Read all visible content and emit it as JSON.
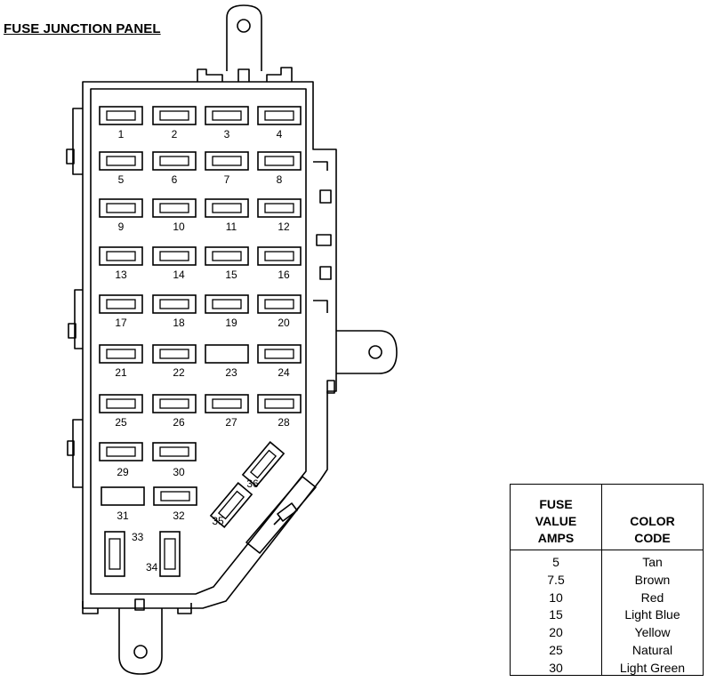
{
  "title": "FUSE JUNCTION PANEL",
  "fuses": [
    {
      "label": "1"
    },
    {
      "label": "2"
    },
    {
      "label": "3"
    },
    {
      "label": "4"
    },
    {
      "label": "5"
    },
    {
      "label": "6"
    },
    {
      "label": "7"
    },
    {
      "label": "8"
    },
    {
      "label": "9"
    },
    {
      "label": "10"
    },
    {
      "label": "11"
    },
    {
      "label": "12"
    },
    {
      "label": "13"
    },
    {
      "label": "14"
    },
    {
      "label": "15"
    },
    {
      "label": "16"
    },
    {
      "label": "17"
    },
    {
      "label": "18"
    },
    {
      "label": "19"
    },
    {
      "label": "20"
    },
    {
      "label": "21"
    },
    {
      "label": "22"
    },
    {
      "label": "23"
    },
    {
      "label": "24"
    },
    {
      "label": "25"
    },
    {
      "label": "26"
    },
    {
      "label": "27"
    },
    {
      "label": "28"
    },
    {
      "label": "29"
    },
    {
      "label": "30"
    },
    {
      "label": "31"
    },
    {
      "label": "32"
    },
    {
      "label": "33"
    },
    {
      "label": "34"
    },
    {
      "label": "35"
    },
    {
      "label": "36"
    }
  ],
  "legend": {
    "header_amps": "FUSE VALUE AMPS",
    "header_amps_lines": [
      "FUSE",
      "VALUE",
      "AMPS"
    ],
    "header_color_lines": [
      "COLOR",
      "CODE"
    ],
    "rows": [
      {
        "amps": "5",
        "color": "Tan"
      },
      {
        "amps": "7.5",
        "color": "Brown"
      },
      {
        "amps": "10",
        "color": "Red"
      },
      {
        "amps": "15",
        "color": "Light Blue"
      },
      {
        "amps": "20",
        "color": "Yellow"
      },
      {
        "amps": "25",
        "color": "Natural"
      },
      {
        "amps": "30",
        "color": "Light Green"
      }
    ]
  }
}
